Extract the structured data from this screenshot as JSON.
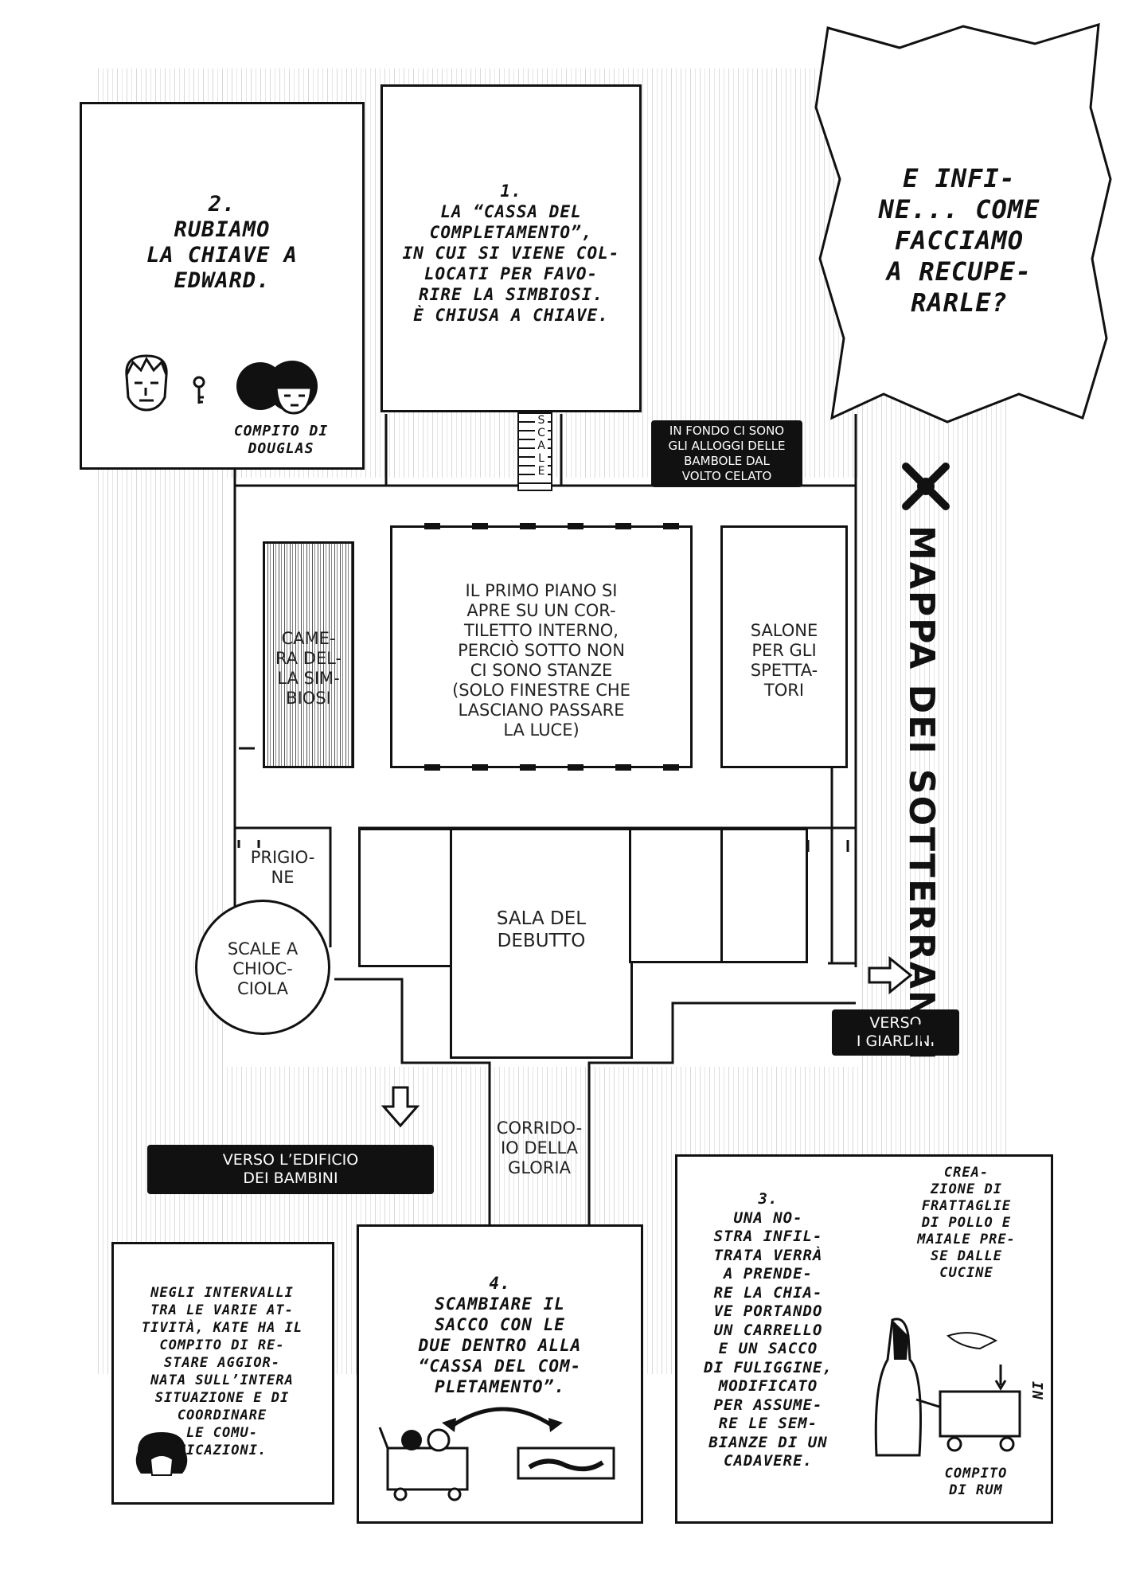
{
  "panels": {
    "step1": "1.\nLA “CASSA DEL\nCOMPLETAMENTO”,\nIN CUI SI VIENE COL-\nLOCATI PER FAVO-\nRIRE LA SIMBIOSI.\nÈ CHIUSA A CHIAVE.",
    "step2": "2.\nRUBIAMO\nLA CHIAVE A\nEDWARD.",
    "step2_task": "COMPITO DI\nDOUGLAS",
    "finale": "E INFI-\nNE... COME\nFACCIAMO\nA RECUPE-\nRARLE?",
    "step3": "3.\nUNA NO-\nSTRA INFIL-\nTRATA VERRÀ\nA PRENDE-\nRE LA CHIA-\nVE PORTANDO\nUN CARRELLO\nE UN SACCO\nDI FULIGGINE,\nMODIFICATO\nPER ASSUME-\nRE LE SEM-\nBIANZE DI UN\nCADAVERE.",
    "step3_note": "CREA-\nZIONE DI\nFRATTAGLIE\nDI POLLO E\nMAIALE PRE-\nSE DALLE\nCUCINE",
    "step3_task": "COMPITO\nDI RUM",
    "step3_in": "IN",
    "step4": "4.\nSCAMBIARE IL\nSACCO CON LE\nDUE DENTRO ALLA\n“CASSA DEL COM-\nPLETAMENTO”.",
    "kate": "NEGLI INTERVALLI\nTRA LE VARIE AT-\nTIVITÀ, KATE HA IL\nCOMPITO DI RE-\nSTARE AGGIOR-\nNATA SULL’INTERA\nSITUAZIONE E DI\nCOORDINARE\nLE COMU-\nNICAZIONI."
  },
  "map": {
    "title": "MAPPA DEI SOTTERRANEI",
    "stairs_letters": [
      "S",
      "C",
      "A",
      "L",
      "E"
    ],
    "courtyard": "IL PRIMO PIANO SI\nAPRE SU UN COR-\nTILETTO INTERNO,\nPERCIÒ SOTTO NON\nCI SONO STANZE\n(SOLO FINESTRE CHE\nLASCIANO PASSARE\nLA LUCE)",
    "symbiosis_room": "CAME-\nRA DEL-\nLA SIM-\nBIOSI",
    "spectators_hall": "SALONE\nPER GLI\nSPETTA-\nTORI",
    "prison": "PRIGIO-\nNE",
    "spiral_stairs": "SCALE A\nCHIOC-\nCIOLA",
    "debut_hall": "SALA DEL\nDEBUTTO",
    "glory_corridor": "CORRIDO-\nIO DELLA\nGLORIA",
    "masked_dolls": "IN FONDO CI SONO\nGLI ALLOGGI DELLE\nBAMBOLE DAL\nVOLTO CELATO",
    "to_gardens": "VERSO\nI GIARDINI",
    "to_children": "VERSO L’EDIFICIO\nDEI BAMBINI"
  }
}
